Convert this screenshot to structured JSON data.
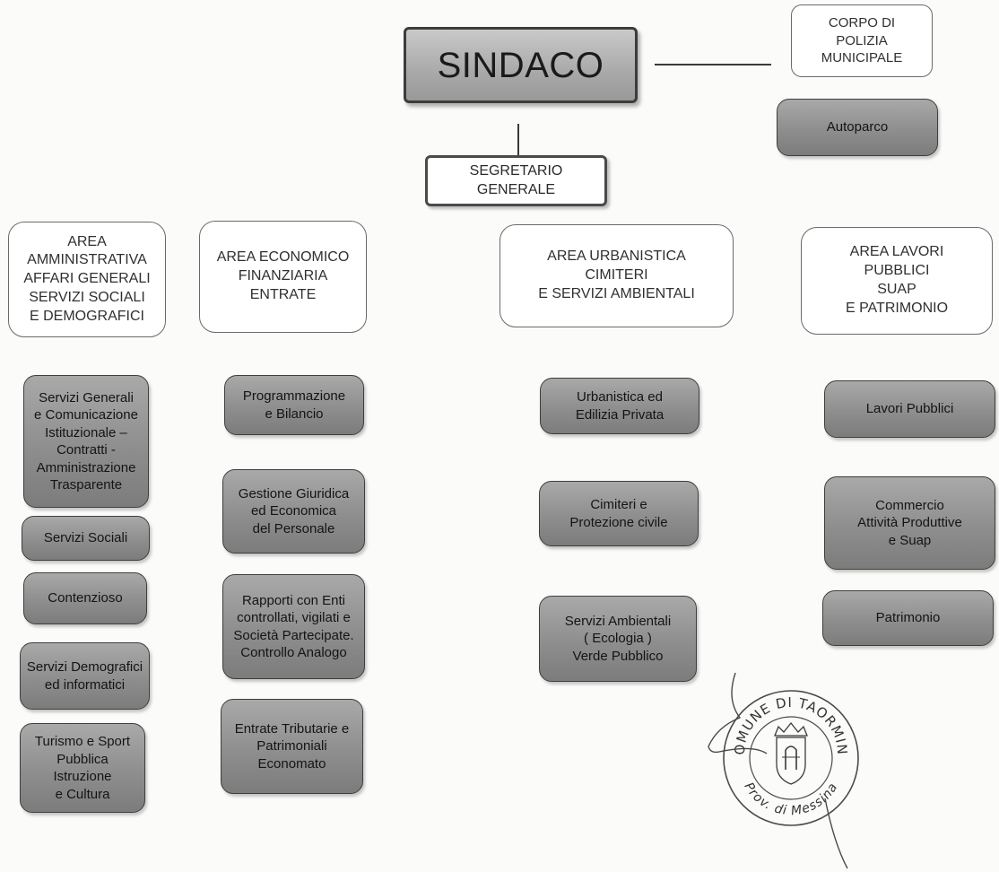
{
  "sindaco": "SINDACO",
  "polizia": "CORPO DI\nPOLIZIA\nMUNICIPALE",
  "autoparco": "Autoparco",
  "segretario": "SEGRETARIO\nGENERALE",
  "areas": {
    "amministrativa": {
      "title": "AREA\nAMMINISTRATIVA\nAFFARI GENERALI\nSERVIZI SOCIALI\nE DEMOGRAFICI",
      "units": [
        "Servizi Generali\ne Comunicazione\nIstituzionale –\nContratti -\nAmministrazione\nTrasparente",
        "Servizi Sociali",
        "Contenzioso",
        "Servizi Demografici\ned informatici",
        "Turismo e Sport\nPubblica\nIstruzione\ne Cultura"
      ]
    },
    "economico": {
      "title": "AREA ECONOMICO\nFINANZIARIA\nENTRATE",
      "units": [
        "Programmazione\ne Bilancio",
        "Gestione Giuridica\ned Economica\ndel Personale",
        "Rapporti con Enti\ncontrollati, vigilati e\nSocietà Partecipate.\nControllo Analogo",
        "Entrate Tributarie e\nPatrimoniali\nEconomato"
      ]
    },
    "urbanistica": {
      "title": "AREA URBANISTICA\nCIMITERI\nE SERVIZI AMBIENTALI",
      "units": [
        "Urbanistica ed\nEdilizia Privata",
        "Cimiteri e\nProtezione civile",
        "Servizi Ambientali\n( Ecologia )\nVerde Pubblico"
      ]
    },
    "lavori": {
      "title": "AREA LAVORI\nPUBBLICI\nSUAP\nE PATRIMONIO",
      "units": [
        "Lavori Pubblici",
        "Commercio\nAttività Produttive\ne Suap",
        "Patrimonio"
      ]
    }
  },
  "seal": {
    "top": "COMUNE DI TAORMINA",
    "bottom": "Prov. di Messina"
  }
}
